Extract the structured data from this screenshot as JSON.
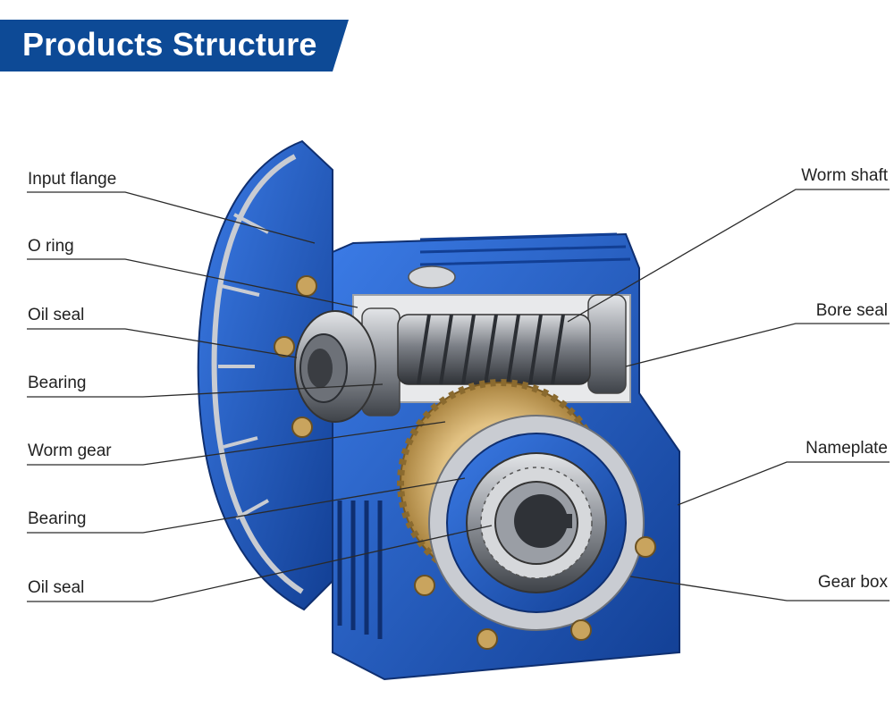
{
  "header": {
    "title": "Products Structure"
  },
  "colors": {
    "banner": "#0d4a96",
    "housing_blue": "#1f5fcf",
    "housing_dark": "#123f94",
    "aluminium": "#c9ccd2",
    "steel": "#8c9097",
    "bronze": "#c9a45e",
    "leader_line": "#2a2a2a"
  },
  "labels": {
    "left": [
      {
        "text": "Input flange"
      },
      {
        "text": "O ring"
      },
      {
        "text": "Oil seal"
      },
      {
        "text": "Bearing"
      },
      {
        "text": "Worm gear"
      },
      {
        "text": "Bearing"
      },
      {
        "text": "Oil seal"
      }
    ],
    "right": [
      {
        "text": "Worm shaft"
      },
      {
        "text": "Bore seal"
      },
      {
        "text": "Nameplate"
      },
      {
        "text": "Gear box"
      }
    ]
  }
}
